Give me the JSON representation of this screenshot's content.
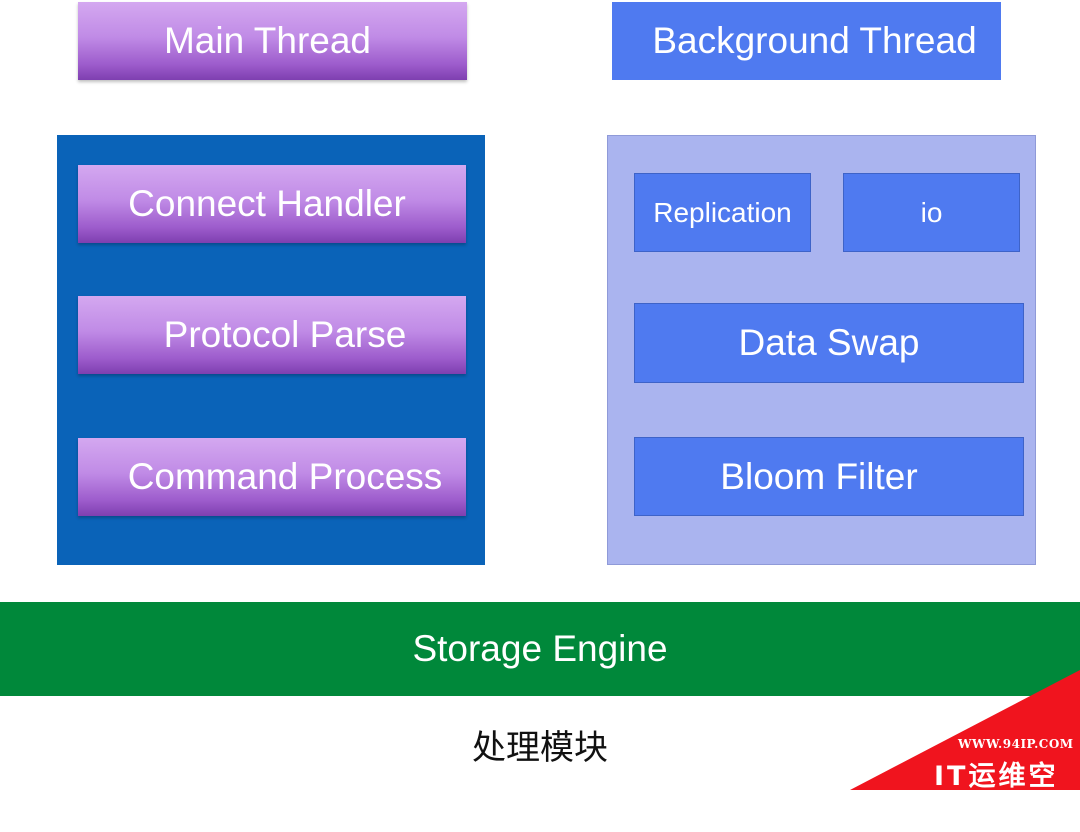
{
  "headers": {
    "main_thread": "Main Thread",
    "background_thread": "Background Thread"
  },
  "main_thread_modules": [
    "Connect Handler",
    "Protocol Parse",
    "Command Process"
  ],
  "background_thread_modules": {
    "replication": "Replication",
    "io": "io",
    "data_swap": "Data Swap",
    "bloom_filter": "Bloom Filter"
  },
  "storage_engine": "Storage Engine",
  "caption": "处理模块",
  "watermark": {
    "url": "WWW.94IP.COM",
    "brand": "IT运维空间"
  },
  "colors": {
    "main_panel": "#0a63b8",
    "background_panel": "#aab4ef",
    "module_blue": "#4f7af0",
    "module_purple": "#c08be6",
    "storage_green": "#00883a",
    "watermark_red": "#f0141e"
  }
}
